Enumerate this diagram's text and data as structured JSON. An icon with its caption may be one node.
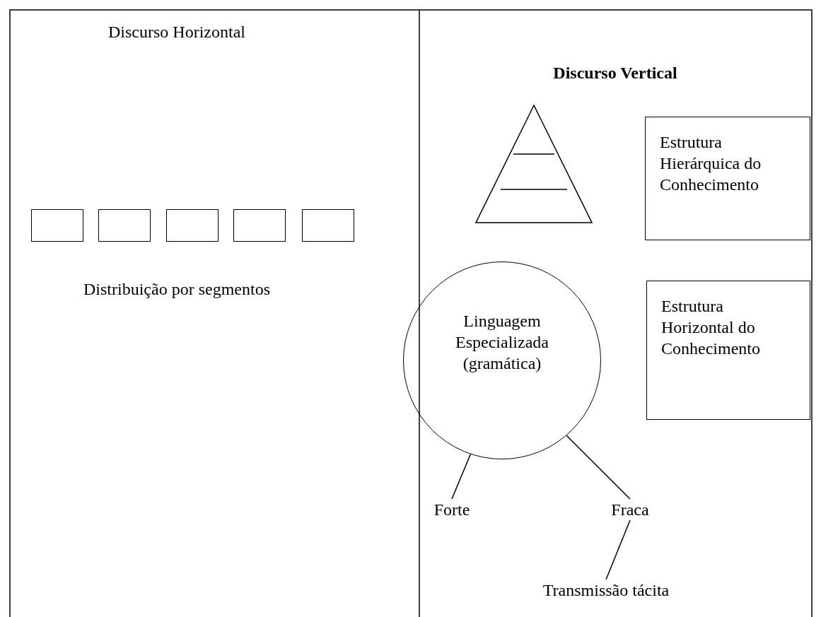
{
  "diagram": {
    "nodes": [
      {
        "text": [],
        "shape": "box"
      },
      {
        "text": [],
        "shape": "box"
      },
      {
        "text": [],
        "shape": "box"
      },
      {
        "text": [],
        "shape": "box"
      },
      {
        "text": [],
        "shape": "box"
      },
      {
        "text": [],
        "shape": "triangle"
      },
      {
        "text": [
          "Estrutura Hierárquica do Conhecimento"
        ]
      },
      {
        "text": [
          "Linguagem Especializada (gramática)"
        ]
      },
      {
        "text": [
          "Estrutura Horizontal do Conhecimento"
        ]
      },
      {
        "text": [
          "Forte"
        ]
      },
      {
        "text": [
          "Fraca"
        ]
      },
      {
        "text": [
          "Transmissão tácita"
        ]
      }
    ],
    "edges": [
      {
        "from": 7,
        "to": 9,
        "arrow": "none"
      },
      {
        "from": 7,
        "to": 10,
        "arrow": "none"
      },
      {
        "from": 10,
        "to": 11,
        "arrow": "none"
      }
    ],
    "labels": [
      "Discurso Horizontal",
      "Discurso Vertical",
      "Distribuição por segmentos"
    ]
  }
}
